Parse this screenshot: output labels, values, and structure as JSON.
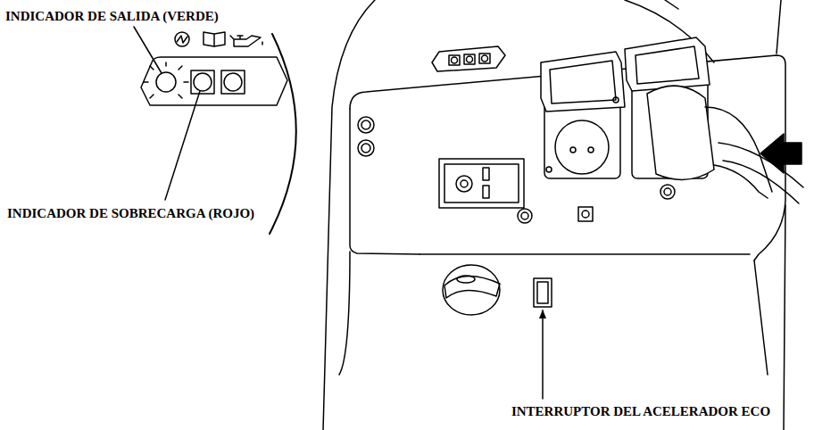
{
  "diagram": {
    "labels": [
      "INDICADOR DE SALIDA (VERDE)",
      "INDICADOR DE SOBRECARGA (ROJO)",
      "INTERRUPTOR DEL ACELERADOR ECO"
    ]
  }
}
